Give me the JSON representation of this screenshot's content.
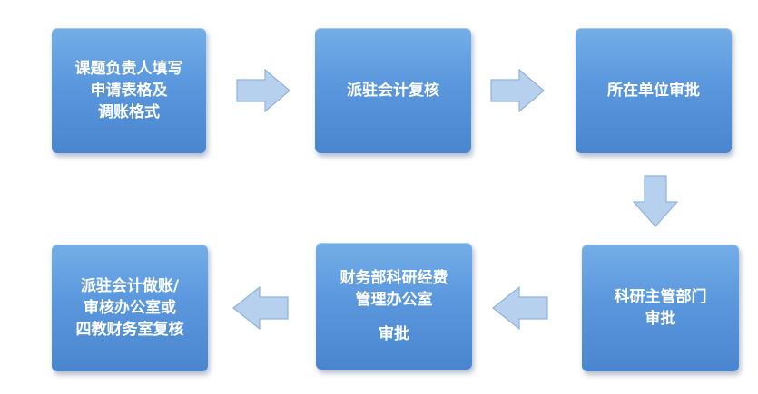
{
  "steps": [
    {
      "id": "step1",
      "lines": [
        "课题负责人填写",
        "申请表格及",
        "调账格式"
      ]
    },
    {
      "id": "step2",
      "lines": [
        "派驻会计复核"
      ]
    },
    {
      "id": "step3",
      "lines": [
        "所在单位审批"
      ]
    },
    {
      "id": "step4",
      "lines": [
        "科研主管部门",
        "审批"
      ]
    },
    {
      "id": "step5",
      "lines": [
        "财务部科研经费",
        "管理办公室",
        "审批"
      ]
    },
    {
      "id": "step6",
      "lines": [
        "派驻会计做账/",
        "审核办公室或",
        "四教财务室复核"
      ]
    }
  ],
  "colors": {
    "box_top": "#74aee8",
    "box_bottom": "#4a86cf",
    "arrow_fill": "#b7d0ee",
    "arrow_stroke": "#8fb2dd",
    "text": "#ffffff"
  }
}
